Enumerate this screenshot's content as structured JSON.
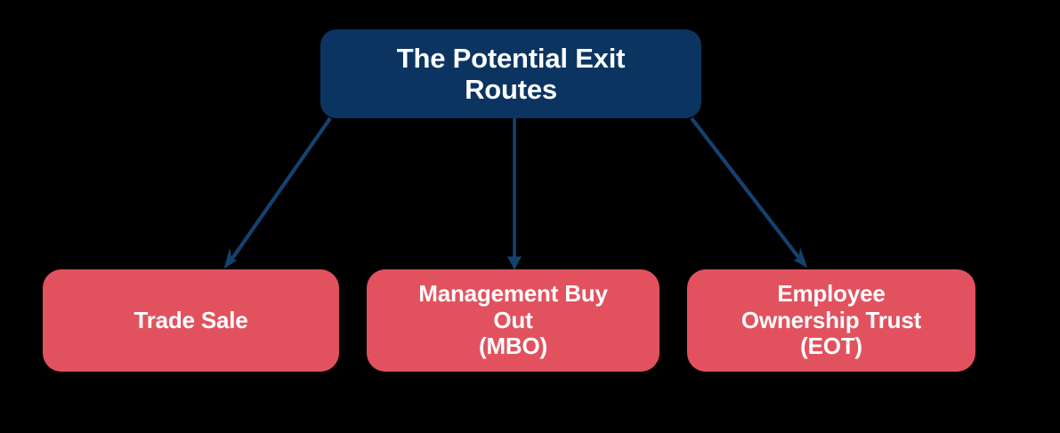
{
  "diagram": {
    "type": "tree",
    "title": "The Potential Exit Routes",
    "background_color": "#000000",
    "root": {
      "label_lines": [
        "The Potential Exit",
        "Routes"
      ],
      "text": "The Potential Exit Routes",
      "fill_color": "#0B3461",
      "text_color": "#FFFFFF"
    },
    "branches": [
      {
        "label_lines": [
          "Trade Sale"
        ],
        "text": "Trade Sale",
        "fill_color": "#E2525E",
        "text_color": "#FFFFFF"
      },
      {
        "label_lines": [
          "Management Buy",
          "Out",
          "(MBO)"
        ],
        "text": "Management Buy Out (MBO)",
        "fill_color": "#E2525E",
        "text_color": "#FFFFFF"
      },
      {
        "label_lines": [
          "Employee",
          "Ownership Trust",
          "(EOT)"
        ],
        "text": "Employee Ownership Trust (EOT)",
        "fill_color": "#E2525E",
        "text_color": "#FFFFFF"
      }
    ],
    "connectors": [
      {
        "name": "root-to-trade-sale",
        "style": "arrow",
        "color": "#15416F",
        "direction": "down-left"
      },
      {
        "name": "root-to-mbo",
        "style": "arrow",
        "color": "#15416F",
        "direction": "down"
      },
      {
        "name": "root-to-eot",
        "style": "arrow",
        "color": "#15416F",
        "direction": "down-right"
      }
    ]
  }
}
